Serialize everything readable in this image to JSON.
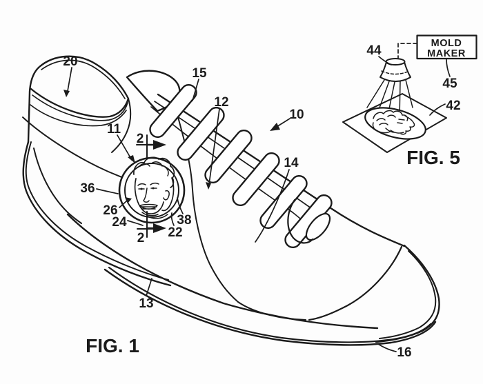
{
  "figure1": {
    "caption": "FIG. 1",
    "ref_labels": {
      "r10": "10",
      "r11": "11",
      "r12": "12",
      "r13": "13",
      "r14": "14",
      "r15": "15",
      "r16": "16",
      "r20": "20",
      "r22": "22",
      "r24": "24",
      "r26": "26",
      "r36": "36",
      "r38": "38",
      "section_top": "2",
      "section_bottom": "2"
    }
  },
  "figure5": {
    "caption": "FIG. 5",
    "mold_maker_box": {
      "line1": "MOLD",
      "line2": "MAKER"
    },
    "ref_labels": {
      "r42": "42",
      "r44": "44",
      "r45": "45"
    }
  },
  "colors": {
    "ink": "#1b1b1b",
    "background": "#fdfdfd"
  }
}
